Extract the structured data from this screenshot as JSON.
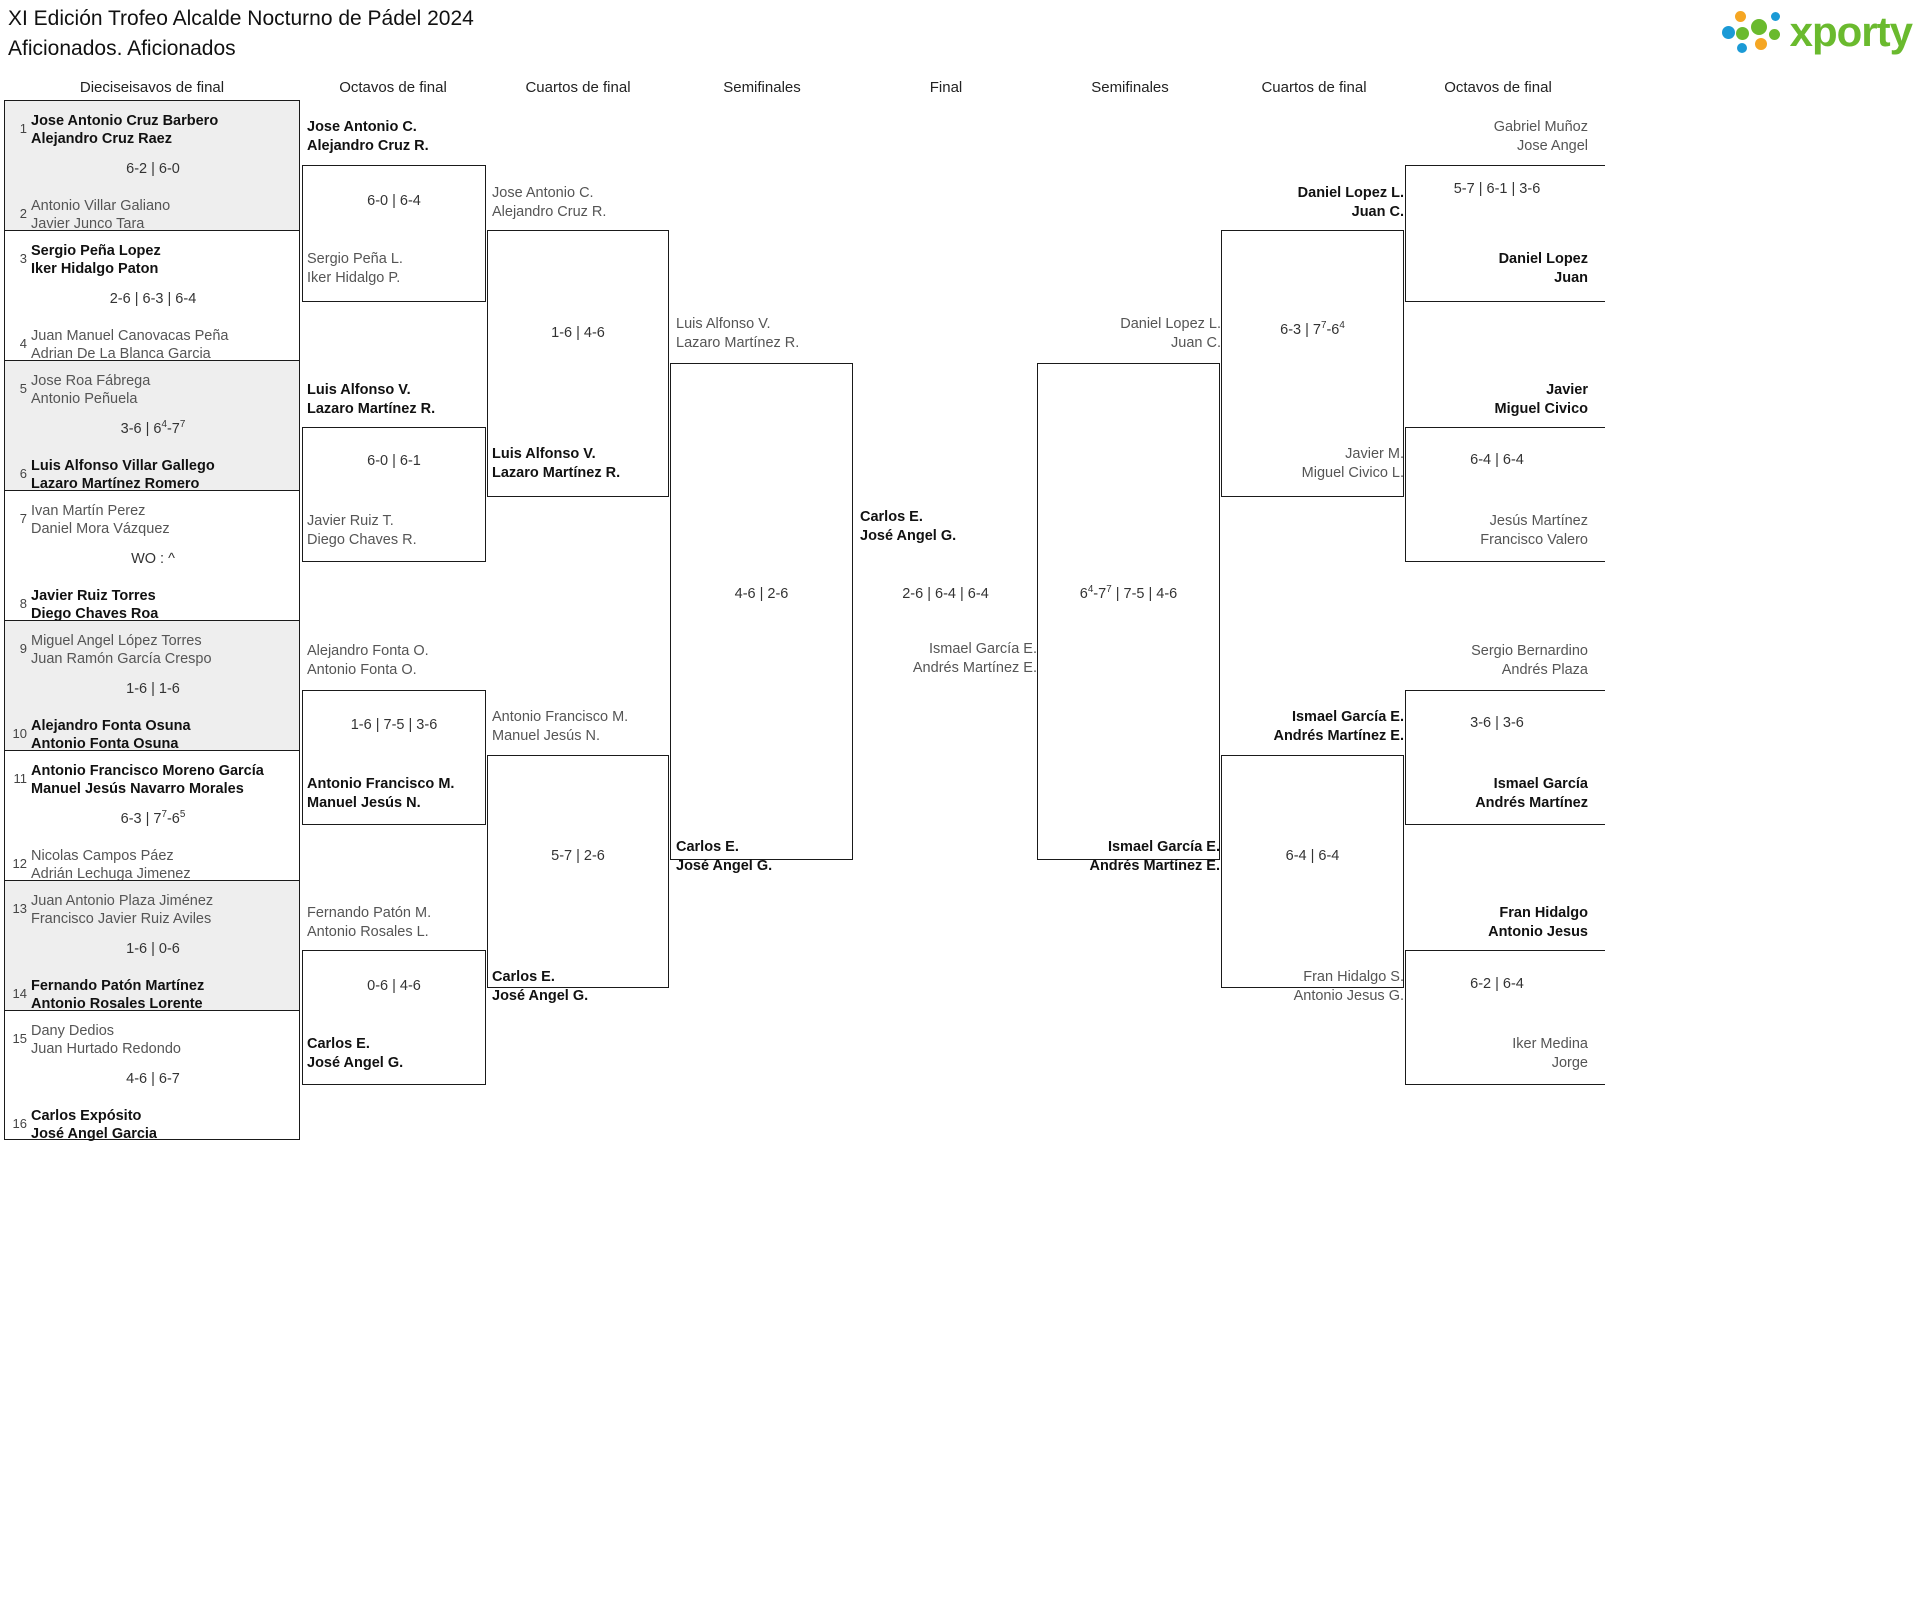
{
  "header": {
    "title_line1": "XI Edición Trofeo Alcalde Nocturno de Pádel 2024",
    "title_line2": "Aficionados. Aficionados",
    "logo_text": "xporty",
    "logo_icon": "xporty-dots-logo",
    "brand_green": "#6aba2e",
    "brand_blue": "#1b9ad6",
    "brand_orange": "#f5a623"
  },
  "rounds": {
    "r1_left": "Dieciseisavos de final",
    "r2_left": "Octavos de final",
    "r3_left": "Cuartos de final",
    "r4_left": "Semifinales",
    "final": "Final",
    "r4_right": "Semifinales",
    "r3_right": "Cuartos de final",
    "r2_right": "Octavos de final"
  },
  "seeds": [
    {
      "n": "1",
      "l1": "Jose Antonio Cruz Barbero",
      "l2": "Alejandro Cruz Raez",
      "won": true
    },
    {
      "n": "2",
      "l1": "Antonio Villar Galiano",
      "l2": "Javier Junco Tara",
      "won": false
    },
    {
      "n": "3",
      "l1": "Sergio Peña Lopez",
      "l2": "Iker Hidalgo Paton",
      "won": true
    },
    {
      "n": "4",
      "l1": "Juan Manuel Canovacas Peña",
      "l2": "Adrian De La Blanca Garcia",
      "won": false
    },
    {
      "n": "5",
      "l1": "Jose Roa Fábrega",
      "l2": "Antonio Peñuela",
      "won": false
    },
    {
      "n": "6",
      "l1": "Luis Alfonso Villar Gallego",
      "l2": "Lazaro Martínez Romero",
      "won": true
    },
    {
      "n": "7",
      "l1": "Ivan Martín Perez",
      "l2": "Daniel Mora Vázquez",
      "won": false
    },
    {
      "n": "8",
      "l1": "Javier Ruiz Torres",
      "l2": "Diego Chaves Roa",
      "won": true
    },
    {
      "n": "9",
      "l1": "Miguel Angel López Torres",
      "l2": "Juan Ramón García Crespo",
      "won": false
    },
    {
      "n": "10",
      "l1": "Alejandro Fonta Osuna",
      "l2": "Antonio Fonta Osuna",
      "won": true
    },
    {
      "n": "11",
      "l1": "Antonio Francisco Moreno García",
      "l2": "Manuel Jesús Navarro Morales",
      "won": true
    },
    {
      "n": "12",
      "l1": "Nicolas Campos Páez",
      "l2": "Adrián Lechuga Jimenez",
      "won": false
    },
    {
      "n": "13",
      "l1": "Juan Antonio Plaza Jiménez",
      "l2": "Francisco Javier Ruiz Aviles",
      "won": false
    },
    {
      "n": "14",
      "l1": "Fernando Patón Martínez",
      "l2": "Antonio Rosales Lorente",
      "won": true
    },
    {
      "n": "15",
      "l1": "Dany Dedios",
      "l2": "Juan Hurtado Redondo",
      "won": false
    },
    {
      "n": "16",
      "l1": "Carlos Expósito",
      "l2": "José Angel Garcia",
      "won": true
    }
  ],
  "seed_scores": [
    {
      "id": "s1",
      "text": "6-2 | 6-0"
    },
    {
      "id": "s2",
      "text": "2-6 | 6-3 | 6-4"
    },
    {
      "id": "s3",
      "html": "3-6 | 6<sup>4</sup>-7<sup>7</sup>"
    },
    {
      "id": "s4",
      "text": "WO : ^"
    },
    {
      "id": "s5",
      "text": "1-6 | 1-6"
    },
    {
      "id": "s6",
      "html": "6-3 | 7<sup>7</sup>-6<sup>5</sup>"
    },
    {
      "id": "s7",
      "text": "1-6 | 0-6"
    },
    {
      "id": "s8",
      "text": "4-6 | 6-7"
    }
  ],
  "left_r2": {
    "m1": {
      "top_l1": "Jose Antonio C.",
      "top_l2": "Alejandro Cruz R.",
      "top_won": true,
      "bot_l1": "Sergio Peña L.",
      "bot_l2": "Iker Hidalgo P.",
      "bot_won": false,
      "score": "6-0 | 6-4"
    },
    "m2": {
      "top_l1": "Luis Alfonso V.",
      "top_l2": "Lazaro Martínez R.",
      "top_won": true,
      "bot_l1": "Javier Ruiz T.",
      "bot_l2": "Diego Chaves R.",
      "bot_won": false,
      "score": "6-0 | 6-1"
    },
    "m3": {
      "top_l1": "Alejandro Fonta O.",
      "top_l2": "Antonio Fonta O.",
      "top_won": false,
      "bot_l1": "Antonio Francisco M.",
      "bot_l2": "Manuel Jesús N.",
      "bot_won": true,
      "score": "1-6 | 7-5 | 3-6"
    },
    "m4": {
      "top_l1": "Fernando Patón M.",
      "top_l2": "Antonio Rosales L.",
      "top_won": false,
      "bot_l1": "Carlos E.",
      "bot_l2": "José Angel G.",
      "bot_won": true,
      "score": "0-6 | 4-6"
    }
  },
  "left_r3": {
    "m1": {
      "top_l1": "Jose Antonio C.",
      "top_l2": "Alejandro Cruz R.",
      "top_won": false,
      "bot_l1": "Luis Alfonso V.",
      "bot_l2": "Lazaro Martínez R.",
      "bot_won": true,
      "score": "1-6 | 4-6"
    },
    "m2": {
      "top_l1": "Antonio Francisco M.",
      "top_l2": "Manuel Jesús N.",
      "top_won": false,
      "bot_l1": "Carlos E.",
      "bot_l2": "José Angel G.",
      "bot_won": true,
      "score": "5-7 | 2-6"
    }
  },
  "left_r4": {
    "m1": {
      "top_l1": "Luis Alfonso V.",
      "top_l2": "Lazaro Martínez R.",
      "top_won": false,
      "bot_l1": "Carlos E.",
      "bot_l2": "José Angel G.",
      "bot_won": true,
      "score": "4-6 | 2-6"
    }
  },
  "final": {
    "left_l1": "Carlos E.",
    "left_l2": "José Angel G.",
    "left_won": true,
    "right_l1": "Ismael García E.",
    "right_l2": "Andrés Martínez E.",
    "right_won": false,
    "score": "2-6 | 6-4 | 6-4"
  },
  "right_r4": {
    "m1": {
      "top_l1": "Daniel Lopez L.",
      "top_l2": "Juan C.",
      "top_won": false,
      "bot_l1": "Ismael García E.",
      "bot_l2": "Andrés Martínez E.",
      "bot_won": true,
      "score": "6<sup>4</sup>-7<sup>7</sup> | 7-5 | 4-6"
    }
  },
  "right_r3": {
    "m1": {
      "top_l1": "Daniel Lopez L.",
      "top_l2": "Juan C.",
      "top_won": true,
      "bot_l1": "Javier M.",
      "bot_l2": "Miguel Civico L.",
      "bot_won": false,
      "score": "6-3 | 7<sup>7</sup>-6<sup>4</sup>"
    },
    "m2": {
      "top_l1": "Ismael García E.",
      "top_l2": "Andrés Martínez E.",
      "top_won": true,
      "bot_l1": "Fran Hidalgo S.",
      "bot_l2": "Antonio Jesus G.",
      "bot_won": false,
      "score": "6-4 | 6-4"
    }
  },
  "right_r2": {
    "m1": {
      "top_l1": "Gabriel Muñoz",
      "top_l2": "Jose Angel",
      "top_won": false,
      "bot_l1": "Daniel Lopez",
      "bot_l2": "Juan",
      "bot_won": true,
      "score": "5-7 | 6-1 | 3-6"
    },
    "m2": {
      "top_l1": "Javier",
      "top_l2": "Miguel Civico",
      "top_won": true,
      "bot_l1": "Jesús Martínez",
      "bot_l2": "Francisco Valero",
      "bot_won": false,
      "score": "6-4 | 6-4"
    },
    "m3": {
      "top_l1": "Sergio Bernardino",
      "top_l2": "Andrés Plaza",
      "top_won": false,
      "bot_l1": "Ismael García",
      "bot_l2": "Andrés Martínez",
      "bot_won": true,
      "score": "3-6 | 3-6"
    },
    "m4": {
      "top_l1": "Fran Hidalgo",
      "top_l2": "Antonio Jesus",
      "top_won": true,
      "bot_l1": "Iker Medina",
      "bot_l2": "Jorge",
      "bot_won": false,
      "score": "6-2 | 6-4"
    }
  }
}
